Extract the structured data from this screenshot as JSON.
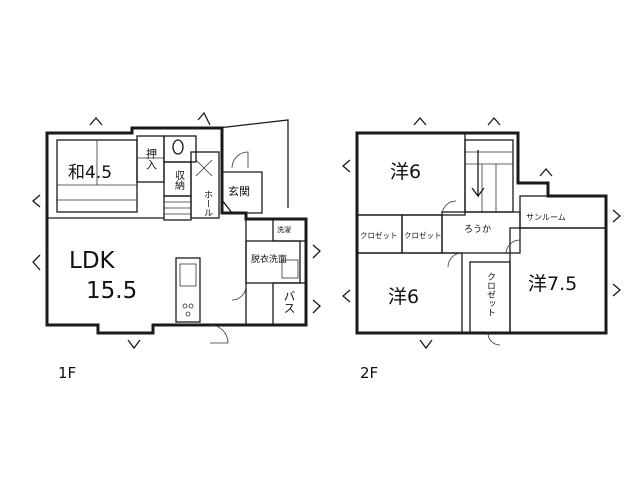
{
  "floors": [
    {
      "label": "1F",
      "rooms": {
        "washitsu": "和4.5",
        "oshiire": "押入",
        "shuno": "収納",
        "hall": "ホール",
        "genkan": "玄関",
        "ldk_name": "LDK",
        "ldk_size": "15.5",
        "senzai": "洗濯",
        "dressing": "脱衣洗面",
        "bath": "バス"
      }
    },
    {
      "label": "2F",
      "rooms": {
        "west_top": "洋6",
        "closet_a": "クロゼット",
        "closet_b": "クロゼット",
        "roka": "ろうか",
        "sunroom": "サンルーム",
        "west_bottom": "洋6",
        "closet_c": "クロゼット",
        "west_right": "洋7.5"
      }
    }
  ]
}
